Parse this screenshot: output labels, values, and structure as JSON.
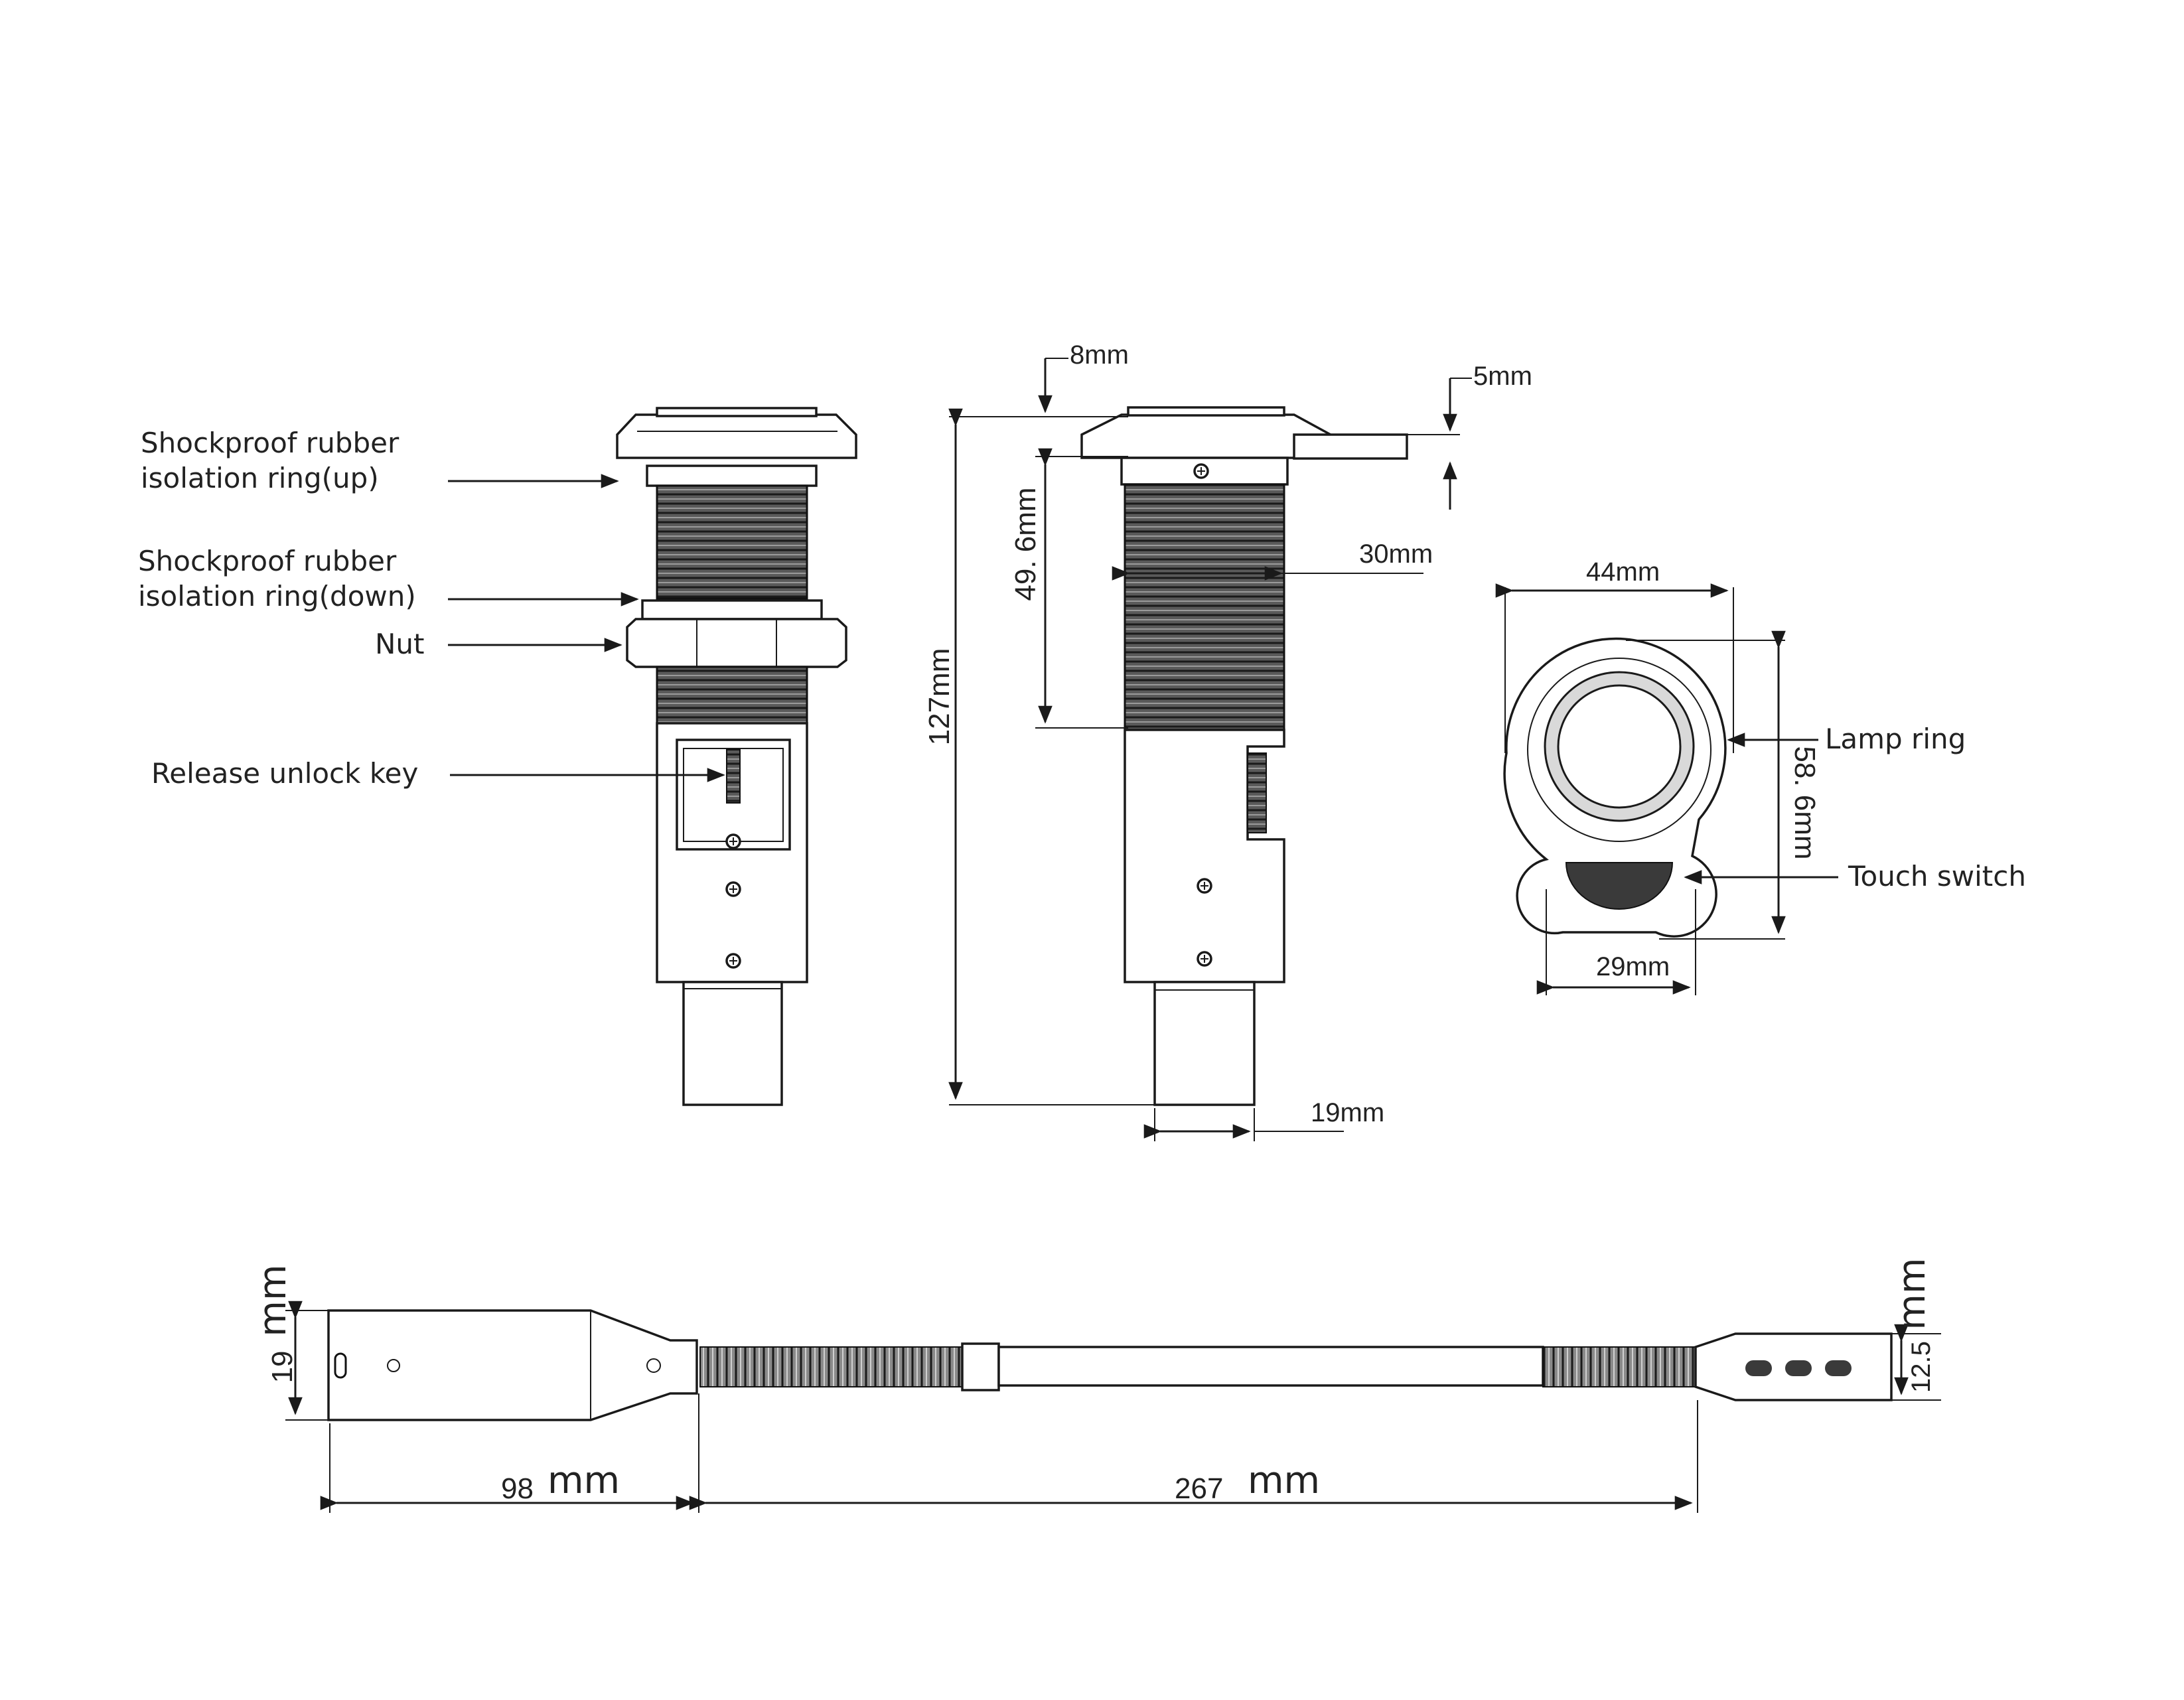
{
  "labels": {
    "shockproof_up_line1": "Shockproof rubber",
    "shockproof_up_line2": "isolation ring(up)",
    "shockproof_down_line1": "Shockproof rubber",
    "shockproof_down_line2": "isolation ring(down)",
    "nut": "Nut",
    "release_key": "Release unlock key",
    "lamp_ring": "Lamp ring",
    "touch_switch": "Touch switch"
  },
  "dimensions": {
    "top_8": "8mm",
    "top_5": "5mm",
    "height_127": "127mm",
    "thread_49": "49. 6mm",
    "dia_30": "30mm",
    "base_19": "19mm",
    "top_view_44": "44mm",
    "top_view_58": "58. 6mm",
    "top_view_29": "29mm",
    "gooseneck_19": "19",
    "gooseneck_19_unit": "mm",
    "gooseneck_98": "98",
    "gooseneck_98_unit": "mm",
    "gooseneck_267": "267",
    "gooseneck_267_unit": "mm",
    "gooseneck_12_5": "12.5",
    "gooseneck_12_5_unit": "mm"
  }
}
